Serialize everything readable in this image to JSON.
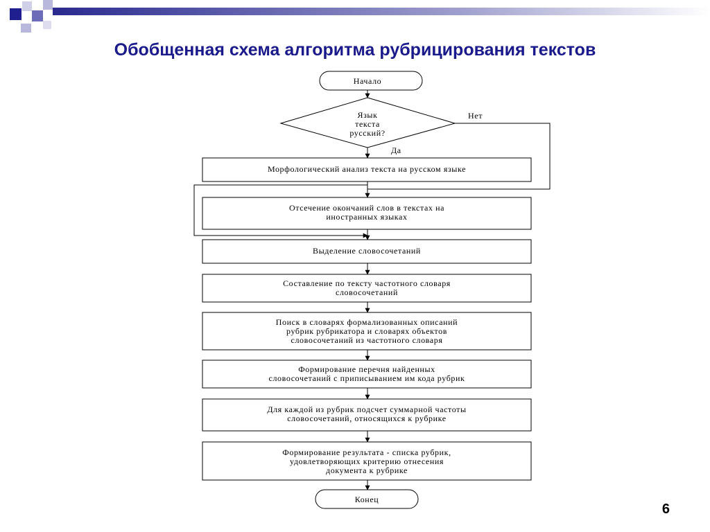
{
  "slide": {
    "title": "Обобщенная схема алгоритма рубрицирования текстов",
    "page_number": "6",
    "accent_colors": [
      "#1f1f8f",
      "#6c6cb8",
      "#b8b8dc"
    ]
  },
  "flowchart": {
    "start": "Начало",
    "decision": [
      "Язык",
      "текста",
      "русский?"
    ],
    "no_label": "Нет",
    "yes_label": "Да",
    "steps": [
      [
        "Морфологический анализ текста на русском языке"
      ],
      [
        "Отсечение окончаний слов в текстах на",
        "иностранных языках"
      ],
      [
        "Выделение словосочетаний"
      ],
      [
        "Составление по тексту частотного словаря",
        "словосочетаний"
      ],
      [
        "Поиск в словарях формализованных описаний",
        "рубрик рубрикатора и словарях объектов",
        "словосочетаний из частотного словаря"
      ],
      [
        "Формирование перечня найденных",
        "словосочетаний с приписыванием им кода рубрик"
      ],
      [
        "Для каждой из рубрик подсчет суммарной частоты",
        "словосочетаний, относящихся к рубрике"
      ],
      [
        "Формирование результата - списка рубрик,",
        "удовлетворяющих критерию отнесения",
        "документа к рубрике"
      ]
    ],
    "end": "Конец"
  }
}
